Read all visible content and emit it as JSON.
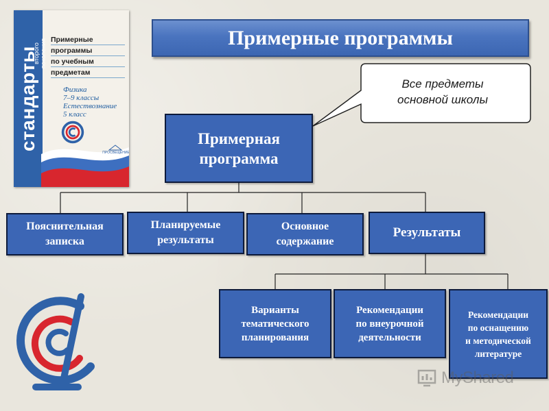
{
  "cover": {
    "vertical_main": "стандарты",
    "vertical_sub_1": "второго",
    "vertical_sub_2": "поколения",
    "title_lines": [
      "Примерные",
      "программы",
      "по учебным",
      "предметам"
    ],
    "subject_lines": [
      "Физика",
      "7–9 классы",
      "Естествознание",
      "5 класс"
    ],
    "publisher": "ПРОСВЕЩЕНИЕ"
  },
  "title": "Примерные программы",
  "callout": {
    "line1": "Все предметы",
    "line2": "основной школы"
  },
  "diagram": {
    "root": {
      "line1": "Примерная",
      "line2": "программа"
    },
    "level1": [
      {
        "line1": "Пояснительная",
        "line2": "записка"
      },
      {
        "line1": "Планируемые",
        "line2": "результаты"
      },
      {
        "line1": "Основное",
        "line2": "содержание"
      },
      {
        "line1": "Результаты"
      }
    ],
    "level2": [
      {
        "lines": [
          "Варианты",
          "тематического",
          "планирования"
        ]
      },
      {
        "lines": [
          "Рекомендации",
          "по внеурочной",
          "деятельности"
        ]
      },
      {
        "lines": [
          "Рекомендации",
          "по оснащению",
          "и методической",
          "литературе"
        ]
      }
    ]
  },
  "watermark": "MyShared",
  "colors": {
    "box_fill": "#3c66b5",
    "box_border": "#0d1a3a",
    "banner_fill": "#4a74bf",
    "logo_blue": "#2f62a8",
    "logo_red": "#d8262e",
    "background": "#e9e6dd"
  }
}
